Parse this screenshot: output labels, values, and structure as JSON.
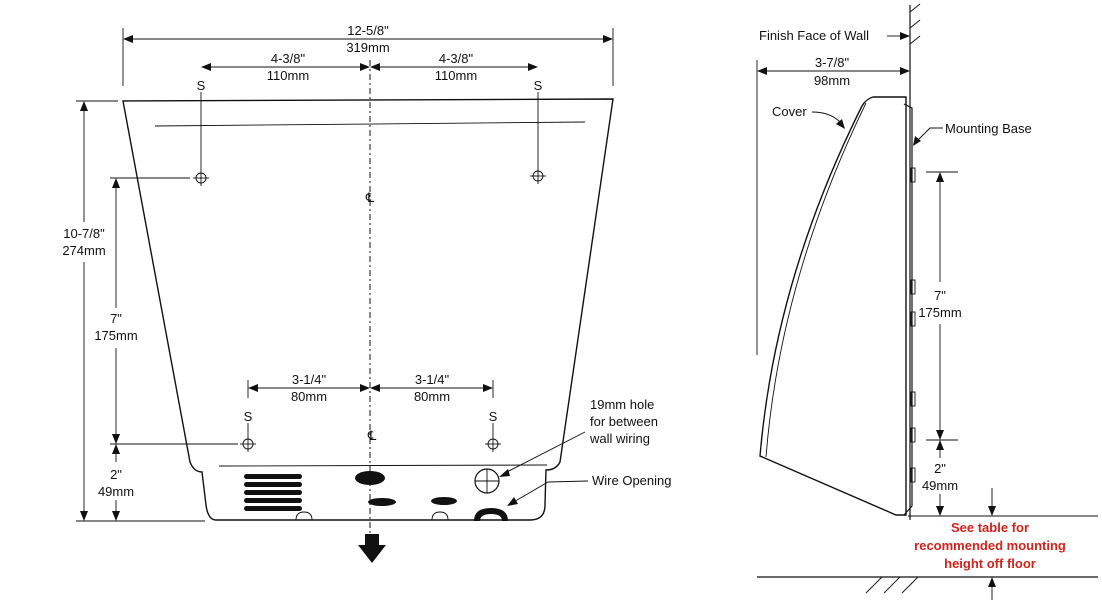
{
  "front_view": {
    "overall_width": {
      "in": "12-5/8\"",
      "mm": "319mm"
    },
    "top_left_spacing": {
      "in": "4-3/8\"",
      "mm": "110mm"
    },
    "top_right_spacing": {
      "in": "4-3/8\"",
      "mm": "110mm"
    },
    "bottom_left_spacing": {
      "in": "3-1/4\"",
      "mm": "80mm"
    },
    "bottom_right_spacing": {
      "in": "3-1/4\"",
      "mm": "80mm"
    },
    "overall_height": {
      "in": "10-7/8\"",
      "mm": "274mm"
    },
    "screw_vertical": {
      "in": "7\"",
      "mm": "175mm"
    },
    "bottom_offset": {
      "in": "2\"",
      "mm": "49mm"
    },
    "screw_label": "S",
    "centerline_label": "℄",
    "hole_note_line1": "19mm hole",
    "hole_note_line2": "for between",
    "hole_note_line3": "wall wiring",
    "wire_opening_label": "Wire Opening"
  },
  "side_view": {
    "wall_label": "Finish Face of Wall",
    "depth": {
      "in": "3-7/8\"",
      "mm": "98mm"
    },
    "cover_label": "Cover",
    "mounting_base_label": "Mounting Base",
    "screw_vertical": {
      "in": "7\"",
      "mm": "175mm"
    },
    "bottom_offset": {
      "in": "2\"",
      "mm": "49mm"
    },
    "note_line1": "See table for",
    "note_line2": "recommended mounting",
    "note_line3": "height off floor",
    "note_color": "#d0241c"
  }
}
